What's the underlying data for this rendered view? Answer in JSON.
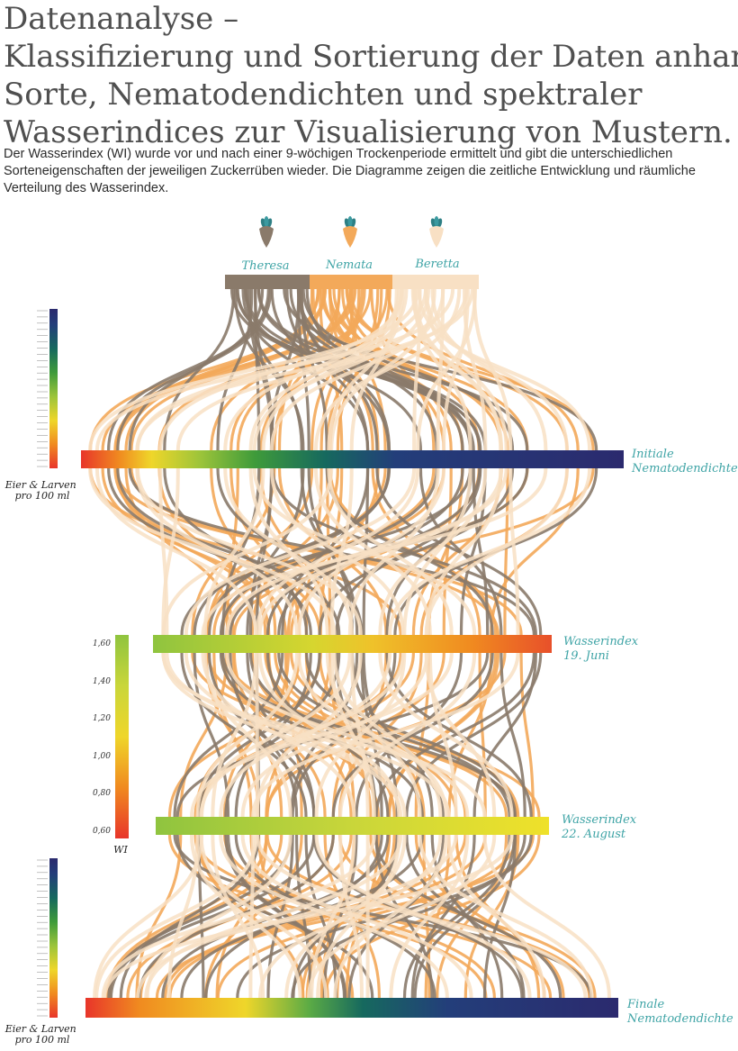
{
  "page": {
    "title_lines": [
      "Datenanalyse –",
      "Klassifizierung und Sortierung der Daten anhand",
      "Sorte, Nematodendichten und spektraler",
      "Wasserindices zur Visualisierung von Mustern."
    ],
    "description": "Der Wasserindex (WI)  wurde vor und nach einer 9-wöchigen Trockenperiode ermittelt und gibt die unterschiedlichen Sorteneigenschaften der jeweiligen Zuckerrüben wieder. Die Diagramme zeigen die zeitliche Entwicklung und räumliche Verteilung des Wasserindex."
  },
  "chart_data": {
    "type": "parallel-sets",
    "varieties": [
      {
        "name": "Theresa",
        "color": "#8a7a6a"
      },
      {
        "name": "Nemata",
        "color": "#f3a95a"
      },
      {
        "name": "Beretta",
        "color": "#f8e0c4"
      }
    ],
    "axes": [
      {
        "id": "initial",
        "label_lines": [
          "Initiale",
          "Nematodendichte"
        ],
        "scale": "nematode"
      },
      {
        "id": "wi_june",
        "label_lines": [
          "Wasserindex",
          "19. Juni"
        ],
        "scale": "wi"
      },
      {
        "id": "wi_aug",
        "label_lines": [
          "Wasserindex",
          "22. August"
        ],
        "scale": "wi"
      },
      {
        "id": "final",
        "label_lines": [
          "Finale",
          "Nematodendichte"
        ],
        "scale": "nematode"
      }
    ],
    "nematode_legend": {
      "unit_lines": [
        "Eier & Larven",
        "pro 100 ml"
      ],
      "gradient": [
        "#e8352a",
        "#f08a20",
        "#efd62a",
        "#9cc43a",
        "#3f9b3a",
        "#16695e",
        "#233e7a",
        "#2b2a6e"
      ]
    },
    "wi_legend": {
      "unit": "WI",
      "ticks": [
        "1,60",
        "1,40",
        "1,20",
        "1,00",
        "0,80",
        "0,60"
      ],
      "range": [
        0.6,
        1.6
      ],
      "gradient": [
        "#e8352a",
        "#f08a20",
        "#efd62a",
        "#c9d63a",
        "#8fc43f"
      ]
    },
    "wi_june_range": [
      1.6,
      0.6
    ],
    "wi_aug_range": [
      1.6,
      1.1
    ]
  }
}
